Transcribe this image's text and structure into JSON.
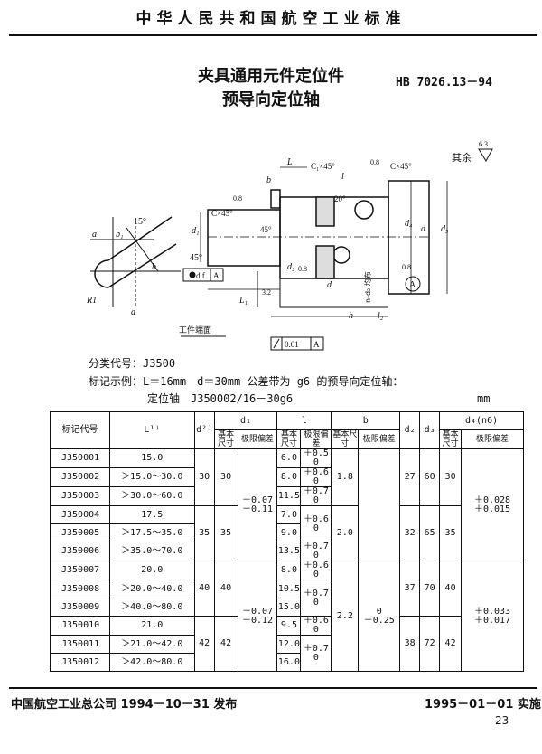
{
  "header": {
    "title": "中华人民共和国航空工业标准"
  },
  "doc": {
    "title_line1": "夹具通用元件定位件",
    "title_line2": "预导向定位轴",
    "std_no": "HB  7026.13－94"
  },
  "drawing": {
    "labels": {
      "angle15": "15°",
      "angle45a": "45°",
      "angle45b": "45°",
      "angle20": "20°",
      "a1": "a",
      "a2": "a",
      "b1": "b₁",
      "b": "b",
      "R1": "R1",
      "L": "L",
      "L1": "L₁",
      "l": "l",
      "l2": "l₂",
      "h": "h",
      "C1x45": "C₁×45°",
      "Cx45a": "C×45°",
      "Cx45b": "C×45°",
      "d1": "d₁",
      "d2": "d₂",
      "d3": "d₃",
      "d4": "d₄",
      "d": "d",
      "dd": "d",
      "r08a": "0.8",
      "r08b": "0.8",
      "r08c": "0.8",
      "r08d": "0.8",
      "r32": "3.2",
      "rest": "其余",
      "rest_val": "6.3",
      "datumA": "A",
      "datumA2": "A",
      "tol1_val": "d f",
      "tol1_ref": "A",
      "tol2_val": "0.01",
      "tol2_ref": "A",
      "note": "工件端面",
      "note2": "n-d₂ 均布"
    }
  },
  "intro": {
    "classification": "分类代号：J3500",
    "example": "标记示例：L＝16mm　d＝30mm 公差带为 g6 的预导向定位轴：",
    "example_code": "定位轴　J350002/16－30g6",
    "unit": "mm"
  },
  "table": {
    "headers": {
      "code": "标记代号",
      "L": "L¹⁾",
      "d": "d²⁾",
      "d1": "d₁",
      "l": "l",
      "b": "b",
      "d2": "d₂",
      "d3": "d₃",
      "d4": "d₄(n6)",
      "nominal": "基本尺寸",
      "tol": "极限偏差"
    },
    "groups": [
      {
        "d": "30",
        "d1_nom": "30",
        "d1_tol": "－0.07\n－0.11",
        "b_nom": "1.8",
        "d2": "27",
        "d3": "60",
        "d4_nom": "30",
        "d4_tol": "＋0.028\n＋0.015",
        "rows": [
          {
            "code": "J350001",
            "L": "15.0",
            "l_nom": "6.0",
            "l_tol": "＋0.5\n0"
          },
          {
            "code": "J350002",
            "L": "＞15.0～30.0",
            "l_nom": "8.0",
            "l_tol": "＋0.6\n0"
          },
          {
            "code": "J350003",
            "L": "＞30.0～60.0",
            "l_nom": "11.5",
            "l_tol": "＋0.7\n0"
          }
        ]
      },
      {
        "d": "35",
        "d1_nom": "35",
        "d1_tol": "",
        "b_nom": "2.0",
        "d2": "32",
        "d3": "65",
        "d4_nom": "35",
        "d4_tol": "",
        "rows": [
          {
            "code": "J350004",
            "L": "17.5",
            "l_nom": "7.0",
            "l_tol": "＋0.6\n0"
          },
          {
            "code": "J350005",
            "L": "＞17.5～35.0",
            "l_nom": "9.0",
            "l_tol": ""
          },
          {
            "code": "J350006",
            "L": "＞35.0～70.0",
            "l_nom": "13.5",
            "l_tol": "＋0.7\n0"
          }
        ]
      },
      {
        "d": "40",
        "d1_nom": "40",
        "d1_tol": "－0.07\n－0.12",
        "b_nom": "2.2",
        "b_tol": "0\n－0.25",
        "d2": "37",
        "d3": "70",
        "d4_nom": "40",
        "d4_tol": "＋0.033\n＋0.017",
        "rows": [
          {
            "code": "J350007",
            "L": "20.0",
            "l_nom": "8.0",
            "l_tol": "＋0.6\n0"
          },
          {
            "code": "J350008",
            "L": "＞20.0～40.0",
            "l_nom": "10.5",
            "l_tol": "＋0.7\n0"
          },
          {
            "code": "J350009",
            "L": "＞40.0～80.0",
            "l_nom": "15.0",
            "l_tol": ""
          }
        ]
      },
      {
        "d": "42",
        "d1_nom": "42",
        "d1_tol": "",
        "d2": "38",
        "d3": "72",
        "d4_nom": "42",
        "d4_tol": "",
        "rows": [
          {
            "code": "J350010",
            "L": "21.0",
            "l_nom": "9.5",
            "l_tol": "＋0.6\n0"
          },
          {
            "code": "J350011",
            "L": "＞21.0～42.0",
            "l_nom": "12.0",
            "l_tol": "＋0.7\n0"
          },
          {
            "code": "J350012",
            "L": "＞42.0～80.0",
            "l_nom": "16.0",
            "l_tol": ""
          }
        ]
      }
    ]
  },
  "footer": {
    "issuer": "中国航空工业总公司 1994－10－31 发布",
    "effective": "1995－01－01 实施",
    "page": "23"
  }
}
